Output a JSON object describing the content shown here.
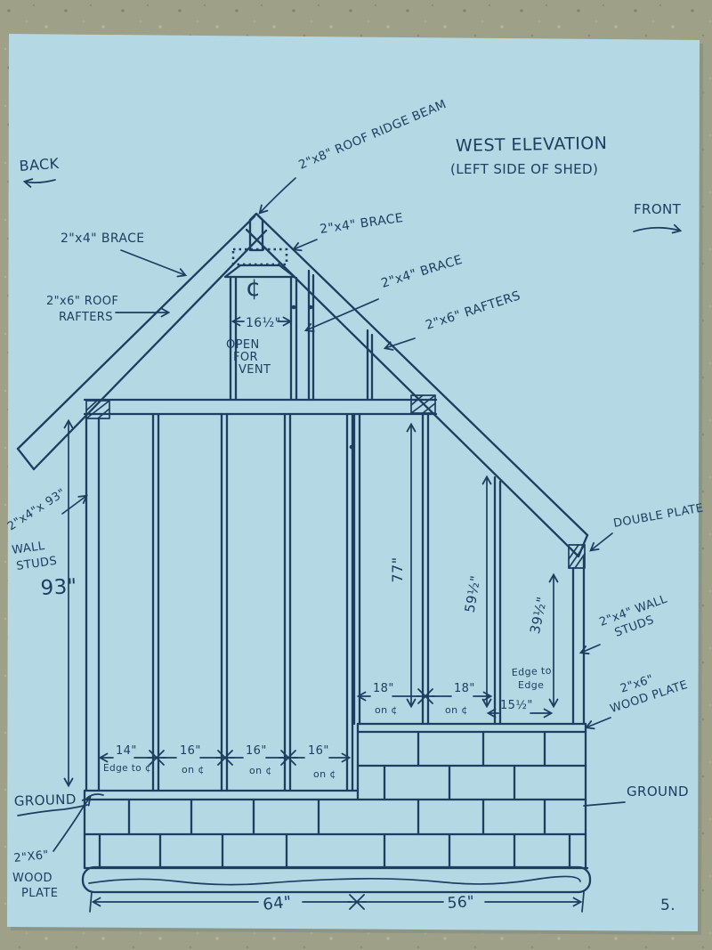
{
  "title": {
    "line1": "WEST ELEVATION",
    "line2": "(LEFT SIDE OF SHED)"
  },
  "orientation": {
    "back": "BACK",
    "front": "FRONT"
  },
  "page": {
    "number": "5."
  },
  "callouts": {
    "ridge_beam": "2\"x8\" ROOF RIDGE BEAM",
    "brace_left": "2\"x4\" BRACE",
    "brace_top": "2\"x4\" BRACE",
    "brace_mid": "2\"x4\" BRACE",
    "roof_rafters_line1": "2\"x6\" ROOF",
    "roof_rafters_line2": "RAFTERS",
    "rafters_right": "2\"x6\" RAFTERS",
    "centerline_symbol": "¢",
    "vent_line1": "OPEN",
    "vent_line2": "FOR",
    "vent_line3": "VENT",
    "wall_studs_left_line1": "2\"x4\"x 93\"",
    "wall_studs_left_line2": "WALL",
    "wall_studs_left_line3": "STUDS",
    "double_plate": "DOUBLE PLATE",
    "wall_studs_right_line1": "2\"x4\" WALL",
    "wall_studs_right_line2": "STUDS",
    "wood_plate_right_line1": "2\"x6\"",
    "wood_plate_right_line2": "WOOD PLATE",
    "wood_plate_left_line1": "2\"X6\"",
    "wood_plate_left_line2": "WOOD",
    "wood_plate_left_line3": "PLATE",
    "ground_left": "GROUND",
    "ground_right": "GROUND"
  },
  "dimensions": {
    "vent_width": "16½\"",
    "wall_height": "93\"",
    "stud_77": "77\"",
    "stud_59": "59½\"",
    "stud_39": "39½\"",
    "d14": "14\"",
    "d14_note": "Edge to ¢",
    "d16": "16\"",
    "on_c": "on ¢",
    "d18": "18\"",
    "edge_to_edge_line1": "Edge to",
    "edge_to_edge_line2": "Edge",
    "d15": "15½\"",
    "base_left": "64\"",
    "base_right": "56\""
  },
  "colors": {
    "paper": "#b5d9e4",
    "ink": "#1d3e60",
    "background": "#9ea087"
  }
}
